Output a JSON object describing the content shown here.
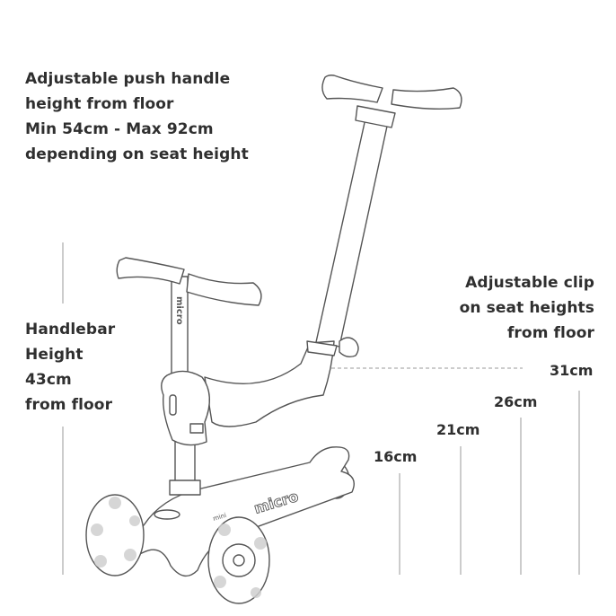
{
  "push_handle_note": {
    "lines": [
      "Adjustable push handle",
      "height  from floor",
      "Min 54cm - Max 92cm",
      "depending on seat height"
    ]
  },
  "handlebar_note": {
    "lines": [
      "Handlebar",
      "Height",
      "43cm",
      "from floor"
    ]
  },
  "seat_note": {
    "lines": [
      "Adjustable clip",
      "on seat heights",
      "from floor"
    ]
  },
  "seat_heights": [
    "31cm",
    "26cm",
    "21cm",
    "16cm"
  ],
  "logo": {
    "brand": "micro",
    "model": "mini"
  },
  "colors": {
    "text": "#2f2f2f",
    "line": "#555555",
    "guide": "#9a9a9a",
    "light": "#bdbdbd"
  }
}
